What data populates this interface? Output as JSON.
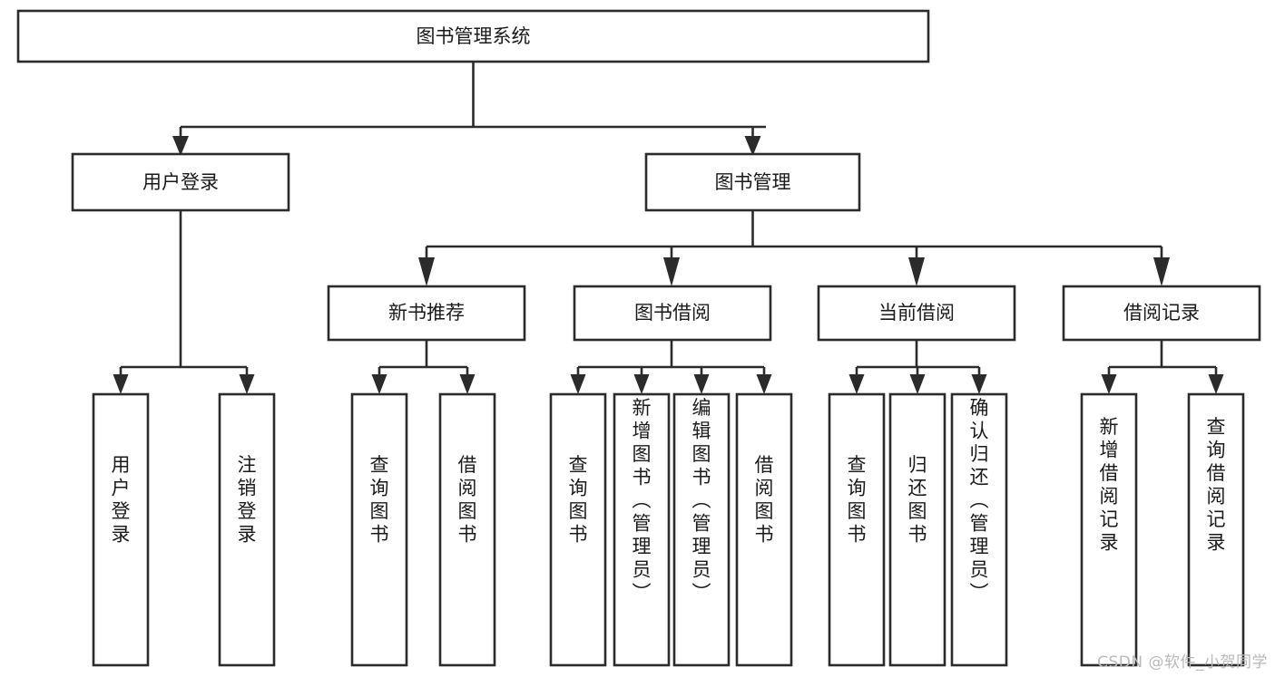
{
  "diagram": {
    "type": "tree-hierarchy-flowchart",
    "title": "图书管理系统",
    "watermark": "CSDN @软件_小贺同学",
    "levels": [
      {
        "level": 1,
        "nodes": [
          {
            "id": "root",
            "label": "图书管理系统",
            "orientation": "horizontal"
          }
        ]
      },
      {
        "level": 2,
        "nodes": [
          {
            "id": "login",
            "label": "用户登录",
            "orientation": "horizontal",
            "parent": "root"
          },
          {
            "id": "bookmgmt",
            "label": "图书管理",
            "orientation": "horizontal",
            "parent": "root"
          }
        ]
      },
      {
        "level": 3,
        "nodes": [
          {
            "id": "newbook",
            "label": "新书推荐",
            "orientation": "horizontal",
            "parent": "bookmgmt"
          },
          {
            "id": "borrow",
            "label": "图书借阅",
            "orientation": "horizontal",
            "parent": "bookmgmt"
          },
          {
            "id": "current",
            "label": "当前借阅",
            "orientation": "horizontal",
            "parent": "bookmgmt"
          },
          {
            "id": "records",
            "label": "借阅记录",
            "orientation": "horizontal",
            "parent": "bookmgmt"
          }
        ]
      },
      {
        "level": 4,
        "nodes": [
          {
            "id": "leaf1",
            "label": "用户登录",
            "orientation": "vertical",
            "parent": "login"
          },
          {
            "id": "leaf2",
            "label": "注销登录",
            "orientation": "vertical",
            "parent": "login"
          },
          {
            "id": "leaf3",
            "label": "查询图书",
            "orientation": "vertical",
            "parent": "newbook"
          },
          {
            "id": "leaf4",
            "label": "借阅图书",
            "orientation": "vertical",
            "parent": "newbook"
          },
          {
            "id": "leaf5",
            "label": "查询图书",
            "orientation": "vertical",
            "parent": "borrow"
          },
          {
            "id": "leaf6",
            "label": "新增图书（管理员）",
            "orientation": "vertical",
            "parent": "borrow"
          },
          {
            "id": "leaf7",
            "label": "编辑图书（管理员）",
            "orientation": "vertical",
            "parent": "borrow"
          },
          {
            "id": "leaf8",
            "label": "借阅图书",
            "orientation": "vertical",
            "parent": "borrow"
          },
          {
            "id": "leaf9",
            "label": "查询图书",
            "orientation": "vertical",
            "parent": "current"
          },
          {
            "id": "leaf10",
            "label": "归还图书",
            "orientation": "vertical",
            "parent": "current"
          },
          {
            "id": "leaf11",
            "label": "确认归还（管理员）",
            "orientation": "vertical",
            "parent": "current"
          },
          {
            "id": "leaf12",
            "label": "新增借阅记录",
            "orientation": "vertical",
            "parent": "records"
          },
          {
            "id": "leaf13",
            "label": "查询借阅记录",
            "orientation": "vertical",
            "parent": "records"
          }
        ]
      }
    ],
    "colors": {
      "box_stroke": "#2b2b2b",
      "box_fill": "#ffffff",
      "text": "#1a1a1a",
      "background": "#ffffff",
      "watermark": "#b9b9b9"
    }
  }
}
